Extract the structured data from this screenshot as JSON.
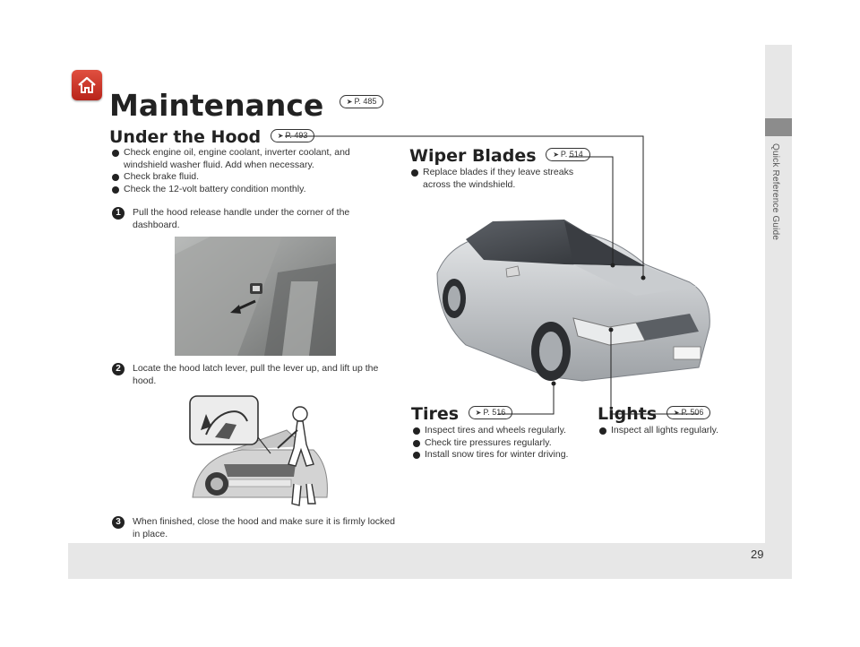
{
  "page": {
    "number": "29",
    "side_tab": "Quick Reference Guide"
  },
  "title": {
    "text": "Maintenance",
    "ref": "P. 485"
  },
  "under_hood": {
    "title": "Under the Hood",
    "ref": "P. 493",
    "bullets": [
      "Check engine oil, engine coolant, inverter coolant, and windshield washer fluid. Add when necessary.",
      "Check brake fluid.",
      "Check the 12-volt battery condition monthly."
    ],
    "steps": [
      {
        "num": "1",
        "text": "Pull the hood release handle under the corner of the dashboard."
      },
      {
        "num": "2",
        "text": "Locate the hood latch lever, pull the lever up, and lift up the hood."
      },
      {
        "num": "3",
        "text": "When finished, close the hood and make sure it is firmly locked in place."
      }
    ]
  },
  "wiper": {
    "title": "Wiper Blades",
    "ref": "P. 514",
    "bullets": [
      "Replace blades if they leave streaks across the windshield."
    ]
  },
  "tires": {
    "title": "Tires",
    "ref": "P. 516",
    "bullets": [
      "Inspect tires and wheels regularly.",
      "Check tire pressures regularly.",
      "Install snow tires for winter driving."
    ]
  },
  "lights": {
    "title": "Lights",
    "ref": "P. 506",
    "bullets": [
      "Inspect all lights regularly."
    ]
  },
  "icons": {
    "home": "home-icon",
    "ref_arrow": "page-ref-arrow-icon"
  },
  "colors": {
    "home_button": "#c8301f",
    "sidebar": "#e7e7e7",
    "sidebar_tab": "#8c8c8c"
  }
}
